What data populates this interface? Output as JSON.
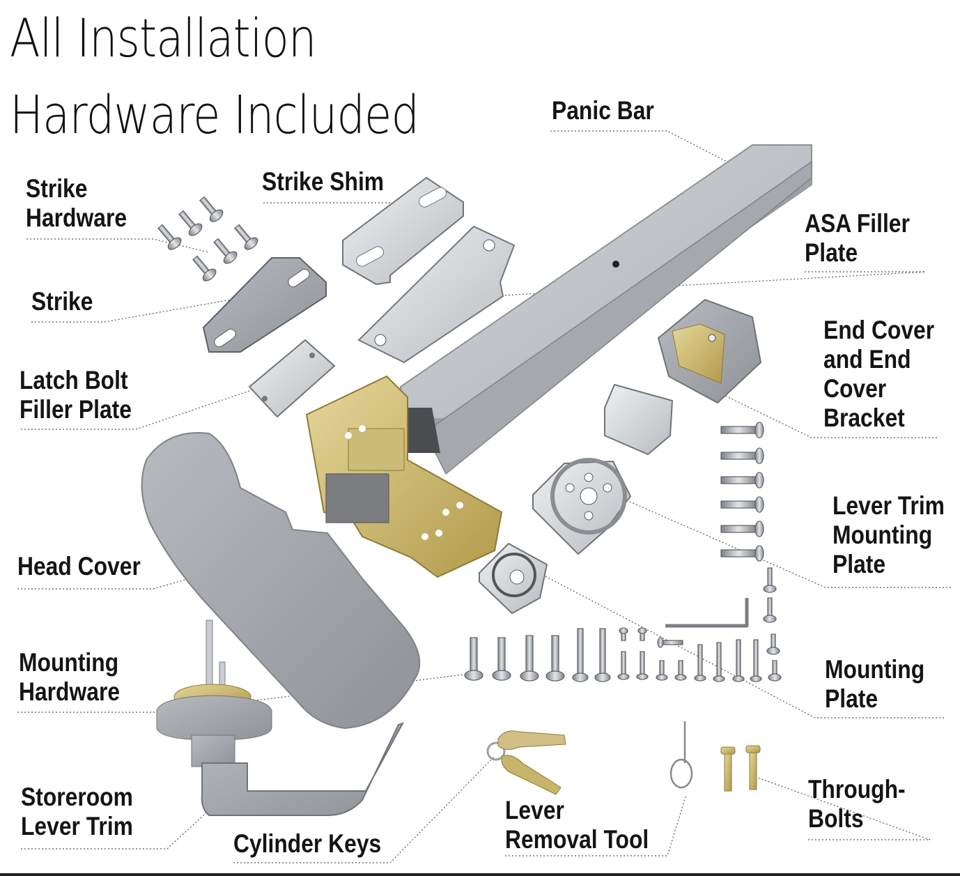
{
  "title": {
    "line1": "All Installation",
    "line2": "Hardware Included"
  },
  "labels": {
    "panic_bar": [
      "Panic Bar"
    ],
    "strike_hardware": [
      "Strike",
      "Hardware"
    ],
    "strike_shim": [
      "Strike Shim"
    ],
    "asa_filler_plate": [
      "ASA Filler",
      "Plate"
    ],
    "strike": [
      "Strike"
    ],
    "end_cover": [
      "End Cover",
      "and End",
      "Cover",
      "Bracket"
    ],
    "latch_bolt_filler_plate": [
      "Latch Bolt",
      "Filler Plate"
    ],
    "lever_trim_mounting_plate": [
      "Lever Trim",
      "Mounting",
      "Plate"
    ],
    "head_cover": [
      "Head Cover"
    ],
    "mounting_plate": [
      "Mounting",
      "Plate"
    ],
    "mounting_hardware": [
      "Mounting",
      "Hardware"
    ],
    "storeroom_lever_trim": [
      "Storeroom",
      "Lever Trim"
    ],
    "cylinder_keys": [
      "Cylinder Keys"
    ],
    "lever_removal_tool": [
      "Lever",
      "Removal Tool"
    ],
    "through_bolts": [
      "Through-",
      "Bolts"
    ]
  },
  "colors": {
    "aluminum": "#b9bcc0",
    "aluminum_dark": "#8e9196",
    "zinc": "#d9dbdd",
    "brass": "#c8b46a",
    "leader_line": "#555555"
  }
}
